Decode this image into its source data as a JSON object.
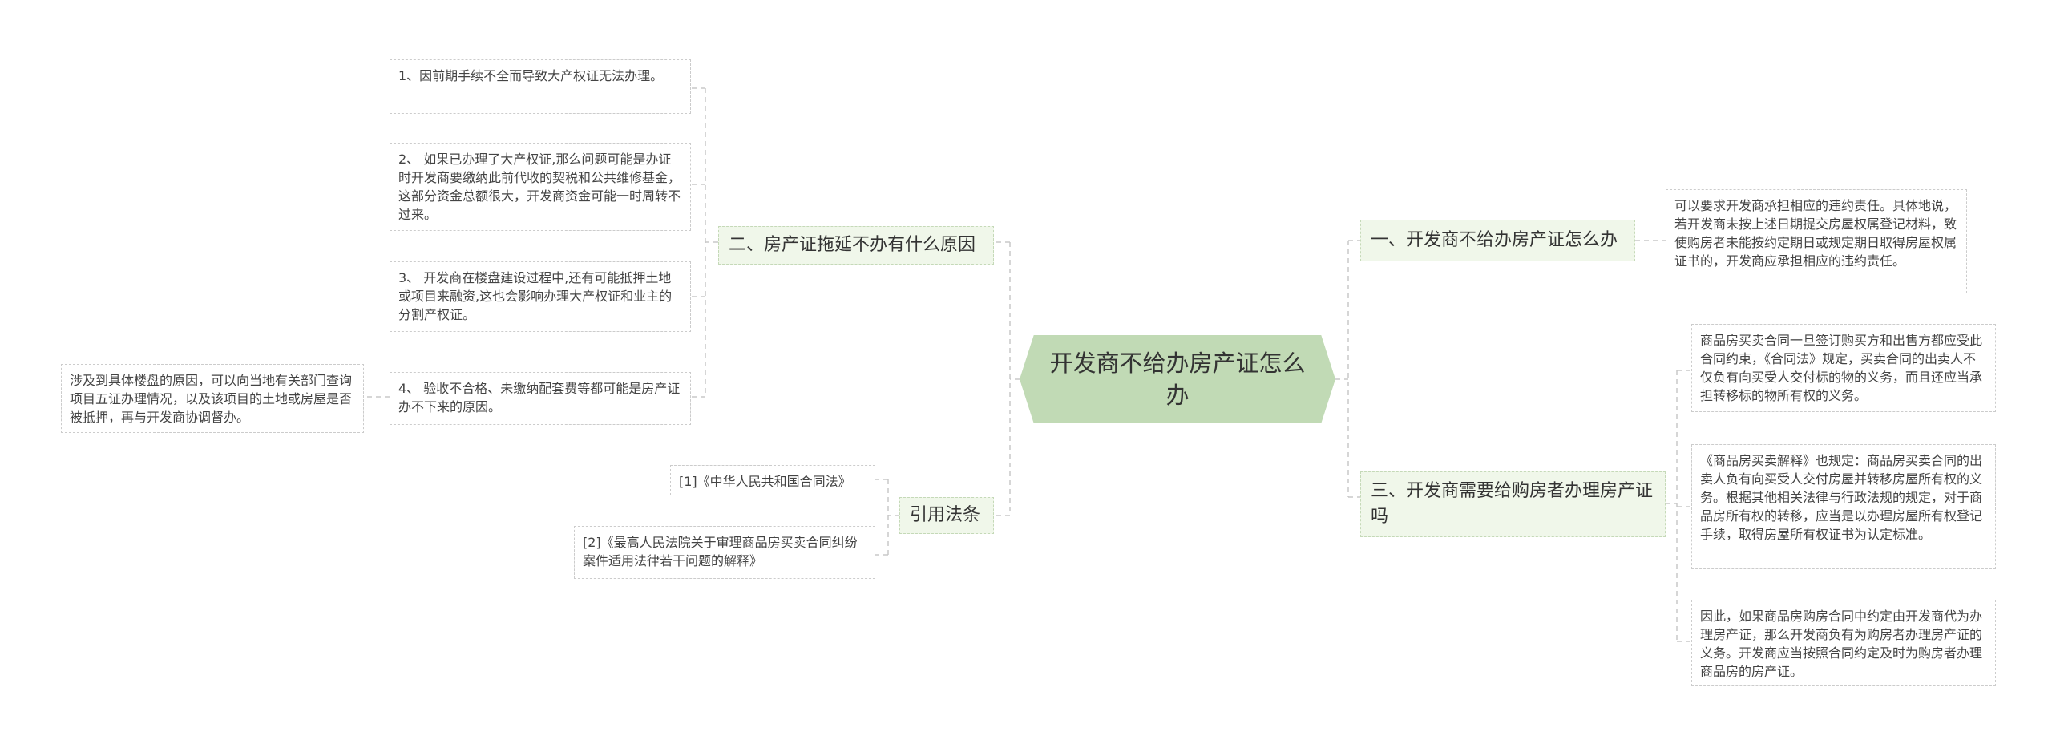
{
  "root": {
    "title": "开发商不给办房产证怎么办"
  },
  "right": [
    {
      "title": "一、开发商不给办房产证怎么办",
      "children": [
        "可以要求开发商承担相应的违约责任。具体地说，若开发商未按上述日期提交房屋权属登记材料，致使购房者未能按约定期日或规定期日取得房屋权属证书的，开发商应承担相应的违约责任。"
      ]
    },
    {
      "title": "三、开发商需要给购房者办理房产证吗",
      "children": [
        "商品房买卖合同一旦签订购买方和出售方都应受此合同约束，《合同法》规定，买卖合同的出卖人不仅负有向买受人交付标的物的义务，而且还应当承担转移标的物所有权的义务。",
        "《商品房买卖解释》也规定：商品房买卖合同的出卖人负有向买受人交付房屋并转移房屋所有权的义务。根据其他相关法律与行政法规的规定，对于商品房所有权的转移，应当是以办理房屋所有权登记手续，取得房屋所有权证书为认定标准。",
        "因此，如果商品房购房合同中约定由开发商代为办理房产证，那么开发商负有为购房者办理房产证的义务。开发商应当按照合同约定及时为购房者办理商品房的房产证。"
      ]
    }
  ],
  "left": [
    {
      "title": "二、房产证拖延不办有什么原因",
      "children": [
        "1、因前期手续不全而导致大产权证无法办理。",
        "2、 如果已办理了大产权证,那么问题可能是办证时开发商要缴纳此前代收的契税和公共维修基金，这部分资金总额很大，开发商资金可能一时周转不过来。",
        "3、 开发商在楼盘建设过程中,还有可能抵押土地或项目来融资,这也会影响办理大产权证和业主的分割产权证。",
        "4、 验收不合格、未缴纳配套费等都可能是房产证办不下来的原因。"
      ],
      "sub": "涉及到具体楼盘的原因，可以向当地有关部门查询项目五证办理情况，以及该项目的土地或房屋是否被抵押，再与开发商协调督办。"
    },
    {
      "title": "引用法条",
      "children": [
        "[1]《中华人民共和国合同法》",
        "[2]《最高人民法院关于审理商品房买卖合同纠纷案件适用法律若干问题的解释》"
      ]
    }
  ]
}
